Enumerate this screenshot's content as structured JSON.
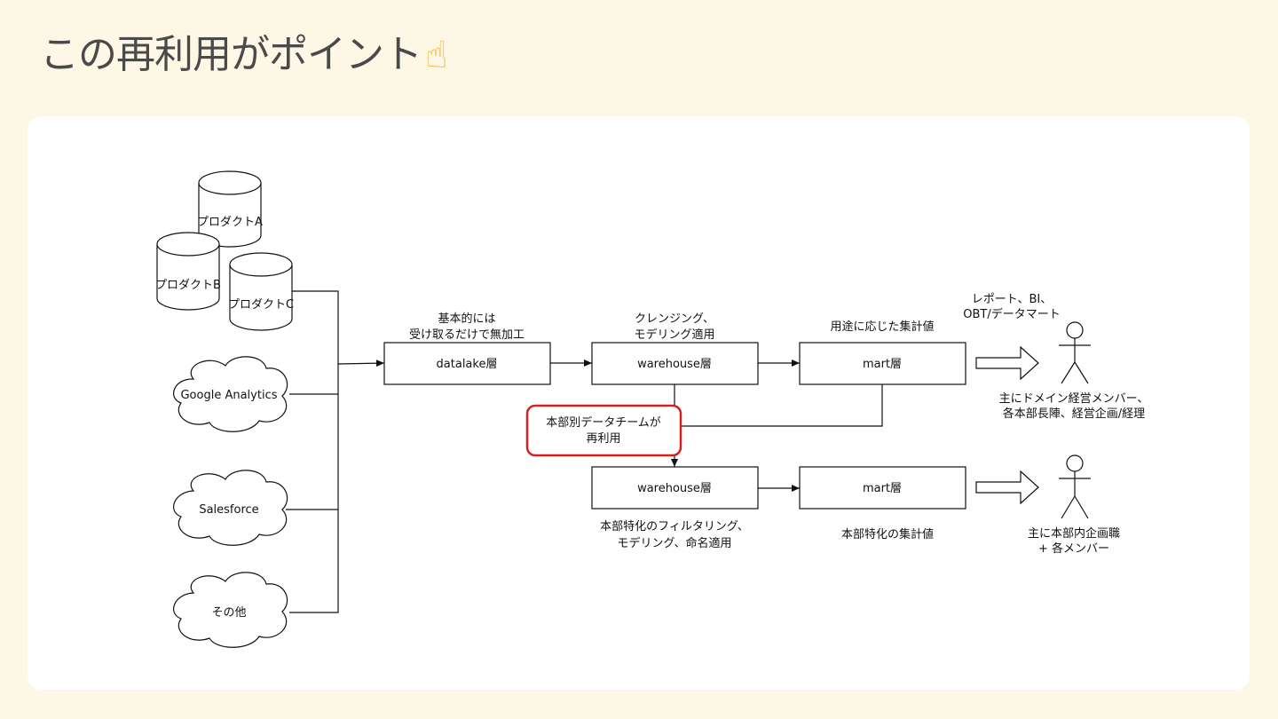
{
  "title": "この再利用がポイント",
  "title_emoji": "☝",
  "sources": {
    "product_a": "プロダクトA",
    "product_b": "プロダクトB",
    "product_c": "プロダクトC",
    "google_analytics": "Google Analytics",
    "salesforce": "Salesforce",
    "other": "その他"
  },
  "layers": {
    "datalake": {
      "label": "datalake層",
      "note_lines": [
        "基本的には",
        "受け取るだけで無加工"
      ]
    },
    "warehouse": {
      "label": "warehouse層",
      "note_lines": [
        "クレンジング、",
        "モデリング適用"
      ]
    },
    "mart": {
      "label": "mart層",
      "note_lines": [
        "用途に応じた集計値"
      ]
    },
    "warehouse_dept": {
      "label": "warehouse層",
      "note_lines": [
        "本部特化のフィルタリング、",
        "モデリング、命名適用"
      ]
    },
    "mart_dept": {
      "label": "mart層",
      "note_lines": [
        "本部特化の集計値"
      ]
    }
  },
  "highlight": {
    "lines": [
      "本部別データチームが",
      "再利用"
    ],
    "color": "#d42020"
  },
  "outputs_top": {
    "lines": [
      "レポート、BI、",
      "OBT/データマート"
    ]
  },
  "users": {
    "top": {
      "lines": [
        "主にドメイン経営メンバー、",
        "各本部長陣、経営企画/経理"
      ]
    },
    "bottom": {
      "lines": [
        "主に本部内企画職",
        "+ 各メンバー"
      ]
    }
  }
}
